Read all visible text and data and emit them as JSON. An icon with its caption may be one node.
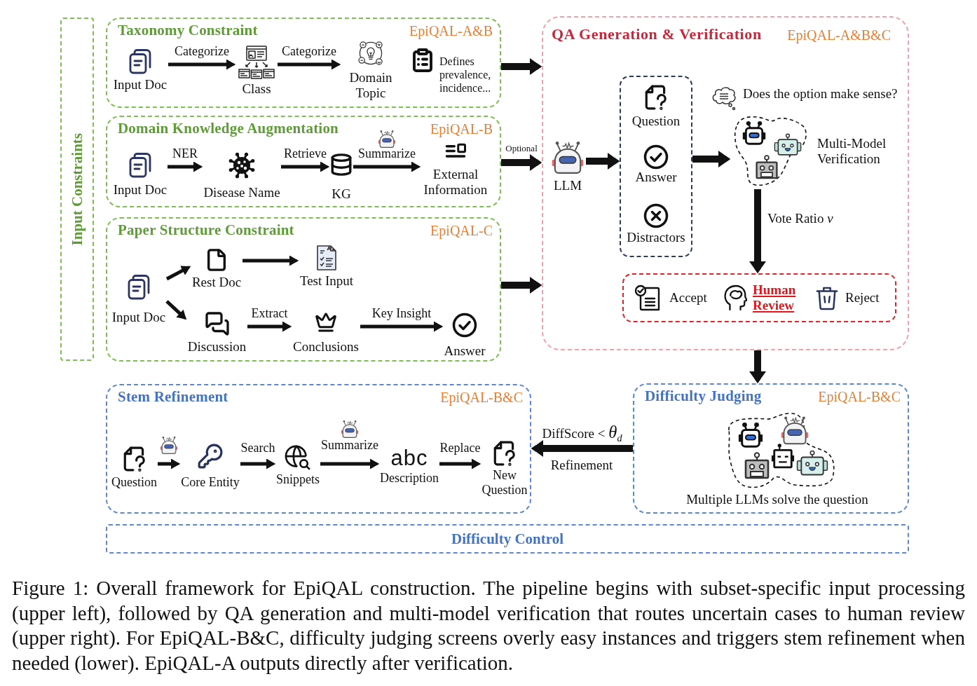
{
  "diagram": {
    "caption": "Figure 1: Overall framework for EpiQAL construction. The pipeline begins with subset-specific input processing (upper left), followed by QA generation and multi-model verification that routes uncertain cases to human review (upper right). For EpiQAL-B&C, difficulty judging screens overly easy instances and triggers stem refinement when needed (lower). EpiQAL-A outputs directly after verification.",
    "nodes": [
      {
        "text": [
          "Input Constraints"
        ]
      },
      {
        "text": [
          "Taxonomy Constraint",
          "EpiQAL-A&B"
        ]
      },
      {
        "text": [
          "Input Doc"
        ],
        "in": 1
      },
      {
        "text": [
          "Class"
        ],
        "in": 1
      },
      {
        "text": [
          "Domain Topic"
        ],
        "in": 1
      },
      {
        "text": [
          "Defines prevalence, incidence..."
        ],
        "in": 1
      },
      {
        "text": [
          "Domain Knowledge Augmentation",
          "EpiQAL-B"
        ]
      },
      {
        "text": [
          "Input Doc"
        ],
        "in": 6
      },
      {
        "text": [
          "Disease Name"
        ],
        "in": 6
      },
      {
        "text": [
          "KG"
        ],
        "in": 6
      },
      {
        "text": [
          "External Information"
        ],
        "in": 6
      },
      {
        "text": [
          "Paper Structure Constraint",
          "EpiQAL-C"
        ]
      },
      {
        "text": [
          "Input Doc"
        ],
        "in": 11
      },
      {
        "text": [
          "Rest Doc"
        ],
        "in": 11
      },
      {
        "text": [
          "Test Input"
        ],
        "in": 11
      },
      {
        "text": [
          "Discussion"
        ],
        "in": 11
      },
      {
        "text": [
          "Conclusions"
        ],
        "in": 11
      },
      {
        "text": [
          "Answer"
        ],
        "in": 11
      },
      {
        "text": [
          "QA Generation & Verification",
          "EpiQAL-A&B&C"
        ]
      },
      {
        "text": [
          "LLM"
        ],
        "in": 18
      },
      {
        "text": [],
        "shape": "box",
        "in": 18
      },
      {
        "text": [
          "Question"
        ],
        "in": 20
      },
      {
        "text": [
          "Answer"
        ],
        "in": 20
      },
      {
        "text": [
          "Distractors"
        ],
        "in": 20
      },
      {
        "text": [
          "Multi-Model Verification"
        ],
        "beside": [
          "Does the option make sense?"
        ],
        "in": 18
      },
      {
        "text": [],
        "shape": "box",
        "in": 18
      },
      {
        "text": [
          "Accept"
        ],
        "in": 25
      },
      {
        "text": [
          "Human Review"
        ],
        "in": 25
      },
      {
        "text": [
          "Reject"
        ],
        "in": 25
      },
      {
        "text": [
          "Stem Refinement",
          "EpiQAL-B&C"
        ]
      },
      {
        "text": [
          "Question"
        ],
        "in": 29
      },
      {
        "text": [
          "Core Entity"
        ],
        "in": 29
      },
      {
        "text": [
          "Snippets"
        ],
        "in": 29
      },
      {
        "text": [
          "abc",
          "Description"
        ],
        "in": 29
      },
      {
        "text": [
          "New Question"
        ],
        "in": 29
      },
      {
        "text": [
          "Difficulty Judging",
          "EpiQAL-B&C"
        ]
      },
      {
        "text": [
          "Multiple LLMs solve the question"
        ],
        "in": 35
      },
      {
        "text": [
          "Difficulty Control"
        ]
      }
    ],
    "edges": [
      {
        "from": 2,
        "to": 3,
        "arrow": "to",
        "label": "Categorize"
      },
      {
        "from": 3,
        "to": 4,
        "arrow": "to",
        "label": "Categorize"
      },
      {
        "from": 7,
        "to": 8,
        "arrow": "to",
        "label": "NER"
      },
      {
        "from": 8,
        "to": 9,
        "arrow": "to",
        "label": "Retrieve"
      },
      {
        "from": 9,
        "to": 10,
        "arrow": "to",
        "label": "Summarize"
      },
      {
        "from": 12,
        "to": 13,
        "arrow": "to"
      },
      {
        "from": 12,
        "to": 15,
        "arrow": "to"
      },
      {
        "from": 13,
        "to": 14,
        "arrow": "to"
      },
      {
        "from": 15,
        "to": 16,
        "arrow": "to",
        "label": "Extract"
      },
      {
        "from": 16,
        "to": 17,
        "arrow": "to",
        "label": "Key Insight"
      },
      {
        "from": 1,
        "to": 18,
        "arrow": "to",
        "style": "thick"
      },
      {
        "from": 6,
        "to": 18,
        "arrow": "to",
        "label": "Optional",
        "style": "thick"
      },
      {
        "from": 11,
        "to": 18,
        "arrow": "to",
        "style": "thick"
      },
      {
        "from": 19,
        "to": 20,
        "arrow": "to",
        "style": "thick"
      },
      {
        "from": 20,
        "to": 24,
        "arrow": "to",
        "style": "thick"
      },
      {
        "from": 24,
        "to": 25,
        "arrow": "to",
        "label": "Vote Ratio *v*",
        "style": "thick"
      },
      {
        "from": 18,
        "to": 35,
        "arrow": "to",
        "style": "thick"
      },
      {
        "from": 35,
        "to": 29,
        "arrow": "to",
        "label": "DiffScore < *θ*$_{d}$",
        "style": "thick"
      },
      {
        "from": 30,
        "to": 31,
        "arrow": "to"
      },
      {
        "from": 31,
        "to": 32,
        "arrow": "to",
        "label": "Search"
      },
      {
        "from": 32,
        "to": 33,
        "arrow": "to",
        "label": "Summarize"
      },
      {
        "from": 33,
        "to": 34,
        "arrow": "to",
        "label": "Replace"
      }
    ],
    "labels": [
      "Refinement"
    ]
  }
}
